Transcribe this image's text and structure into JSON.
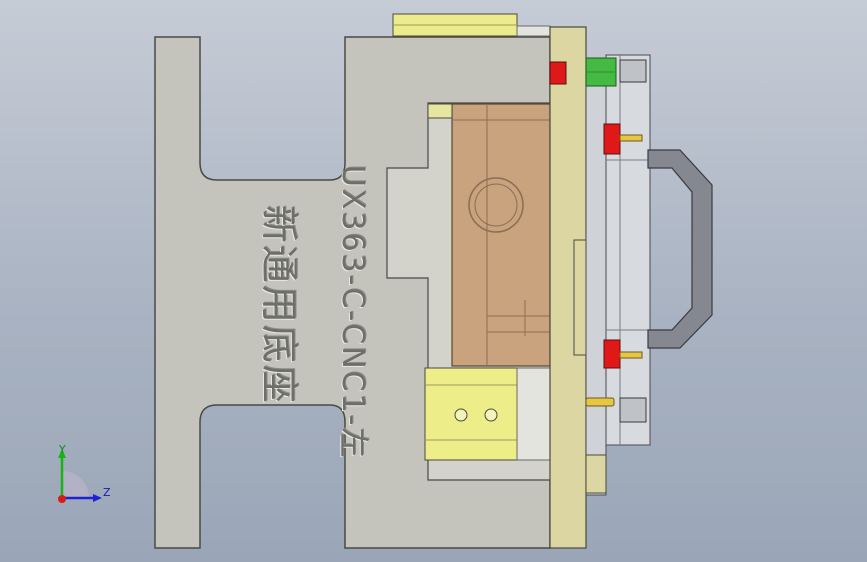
{
  "engraving": {
    "part_code": "UX363-C-CNC1-左",
    "part_name": "新通用底座"
  },
  "triad": {
    "y_label": "Y",
    "z_label": "Z"
  },
  "colors": {
    "base_plate": "#c4c4bd",
    "plate_yellow": "#dcd6a2",
    "block_orange": "#c9a27e",
    "cylinder_yellow": "#eded8a",
    "clamp_red": "#e01818",
    "fitting_green": "#44b944",
    "handle_gray": "#858891"
  }
}
